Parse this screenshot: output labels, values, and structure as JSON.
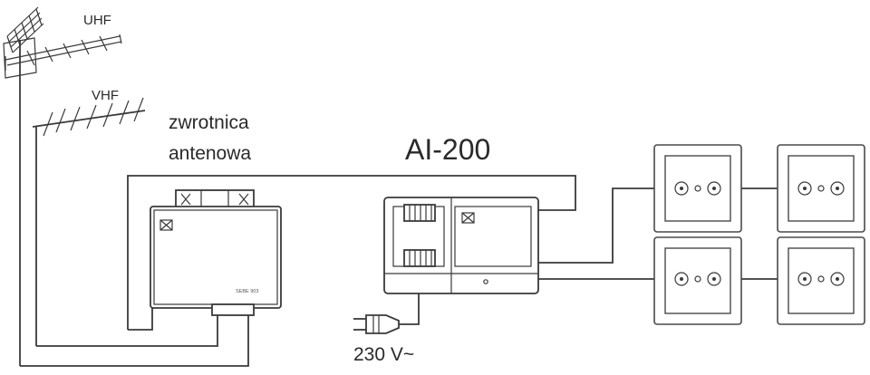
{
  "labels": {
    "uhf": "UHF",
    "vhf": "VHF",
    "splitter_line1": "zwrotnica",
    "splitter_line2": "antenowa",
    "amplifier": "AI-200",
    "power": "230 V~",
    "box_text": "SEBE 903"
  },
  "colors": {
    "line": "#3a3a3a",
    "text": "#2a2a2a",
    "background": "#ffffff"
  },
  "icons": {
    "uhf_antenna": "uhf-yagi-antenna-icon",
    "vhf_antenna": "vhf-yagi-antenna-icon",
    "status_mark": "bowtie-x-mark-icon",
    "power_plug": "power-plug-icon",
    "coax_socket": "coax-socket-icon"
  }
}
